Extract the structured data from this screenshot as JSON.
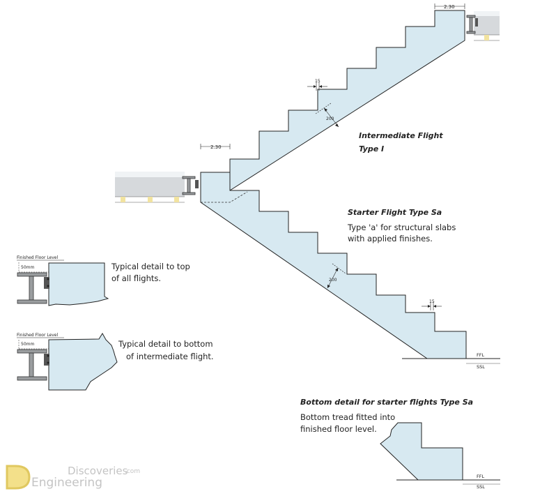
{
  "dimensions": {
    "top_landing_width": "2.30",
    "mid_landing_width": "2.30",
    "intermediate_nosing": "15",
    "intermediate_waist": "200",
    "starter_waist": "200",
    "starter_nosing": "15"
  },
  "intermediate_flight": {
    "line1": "Intermediate Flight",
    "line2": "Type I"
  },
  "starter_flight": {
    "title": "Starter Flight Type Sa",
    "desc_line1": "Type 'a' for structural slabs",
    "desc_line2": "with applied finishes."
  },
  "levels": {
    "ffl": "FFL",
    "ssl": "SSL"
  },
  "detail_top": {
    "floor_label": "Finished Floor Level",
    "mm_label": "50mm",
    "caption_line1": "Typical detail to top",
    "caption_line2": "of all flights."
  },
  "detail_bottom": {
    "floor_label": "Finished Floor Level",
    "mm_label": "50mm",
    "caption_line1": "Typical detail to bottom",
    "caption_line2": "of intermediate flight."
  },
  "bottom_detail": {
    "title": "Bottom detail for starter flights Type Sa",
    "line1": "Bottom tread fitted into",
    "line2": "finished floor level.",
    "ffl": "FFL",
    "ssl": "SSL"
  },
  "watermark": {
    "line1": "Discoveries",
    "domain": ".com",
    "line2": "Engineering"
  },
  "colors": {
    "concrete": "#d7e9f1",
    "slab": "#d6d9dc",
    "steel": "#9a9d9f",
    "bearing_pad": "#f2e3a0"
  }
}
